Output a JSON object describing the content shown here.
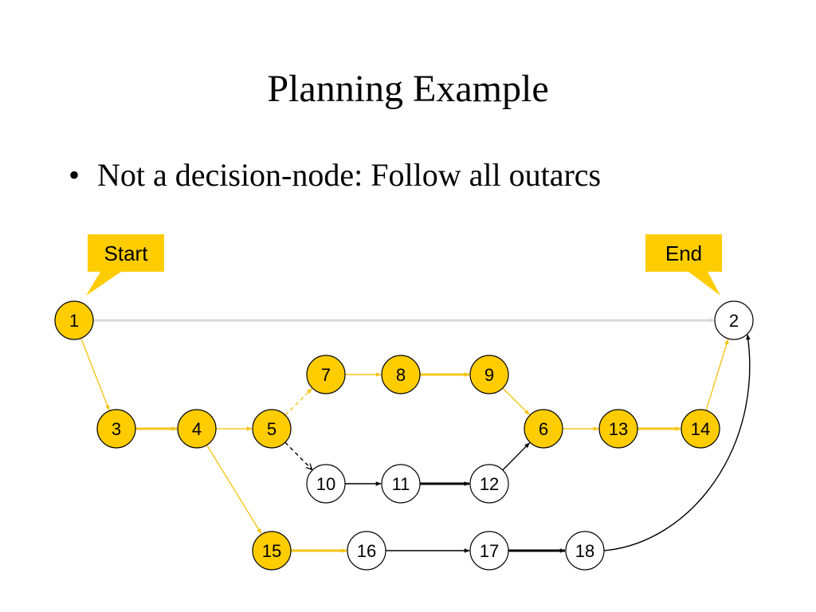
{
  "slide": {
    "title": "Planning Example",
    "bullet": "Not a decision-node: Follow all outarcs"
  },
  "colors": {
    "highlight": "#FFCC00",
    "highlight_edge": "#F5C518",
    "plain_node": "#FFFFFF",
    "dark_edge": "#000000",
    "faded_edge": "#D9D9D9"
  },
  "callouts": [
    {
      "id": "start",
      "label": "Start"
    },
    {
      "id": "end",
      "label": "End"
    }
  ],
  "nodes": [
    {
      "id": "1",
      "label": "1",
      "highlighted": true
    },
    {
      "id": "2",
      "label": "2",
      "highlighted": false
    },
    {
      "id": "3",
      "label": "3",
      "highlighted": true
    },
    {
      "id": "4",
      "label": "4",
      "highlighted": true
    },
    {
      "id": "5",
      "label": "5",
      "highlighted": true
    },
    {
      "id": "7",
      "label": "7",
      "highlighted": true
    },
    {
      "id": "8",
      "label": "8",
      "highlighted": true
    },
    {
      "id": "9",
      "label": "9",
      "highlighted": true
    },
    {
      "id": "6",
      "label": "6",
      "highlighted": true
    },
    {
      "id": "13",
      "label": "13",
      "highlighted": true
    },
    {
      "id": "14",
      "label": "14",
      "highlighted": true
    },
    {
      "id": "10",
      "label": "10",
      "highlighted": false
    },
    {
      "id": "11",
      "label": "11",
      "highlighted": false
    },
    {
      "id": "12",
      "label": "12",
      "highlighted": false
    },
    {
      "id": "15",
      "label": "15",
      "highlighted": true
    },
    {
      "id": "16",
      "label": "16",
      "highlighted": false
    },
    {
      "id": "17",
      "label": "17",
      "highlighted": false
    },
    {
      "id": "18",
      "label": "18",
      "highlighted": false
    }
  ],
  "edges": [
    {
      "from": "1",
      "to": "2",
      "style": "faded"
    },
    {
      "from": "1",
      "to": "3",
      "style": "highlight"
    },
    {
      "from": "3",
      "to": "4",
      "style": "highlight",
      "bold": true
    },
    {
      "from": "4",
      "to": "5",
      "style": "highlight"
    },
    {
      "from": "4",
      "to": "15",
      "style": "highlight"
    },
    {
      "from": "5",
      "to": "7",
      "style": "highlight",
      "dashed": true
    },
    {
      "from": "5",
      "to": "10",
      "style": "dark",
      "dashed": true
    },
    {
      "from": "7",
      "to": "8",
      "style": "highlight"
    },
    {
      "from": "8",
      "to": "9",
      "style": "highlight",
      "bold": true
    },
    {
      "from": "9",
      "to": "6",
      "style": "highlight"
    },
    {
      "from": "6",
      "to": "13",
      "style": "highlight"
    },
    {
      "from": "13",
      "to": "14",
      "style": "highlight",
      "bold": true
    },
    {
      "from": "14",
      "to": "2",
      "style": "highlight"
    },
    {
      "from": "10",
      "to": "11",
      "style": "dark"
    },
    {
      "from": "11",
      "to": "12",
      "style": "dark",
      "bold": true
    },
    {
      "from": "12",
      "to": "6",
      "style": "dark"
    },
    {
      "from": "15",
      "to": "16",
      "style": "highlight",
      "bold": true
    },
    {
      "from": "16",
      "to": "17",
      "style": "dark"
    },
    {
      "from": "17",
      "to": "18",
      "style": "dark",
      "bold": true
    },
    {
      "from": "18",
      "to": "2",
      "style": "dark",
      "curved": true
    }
  ]
}
